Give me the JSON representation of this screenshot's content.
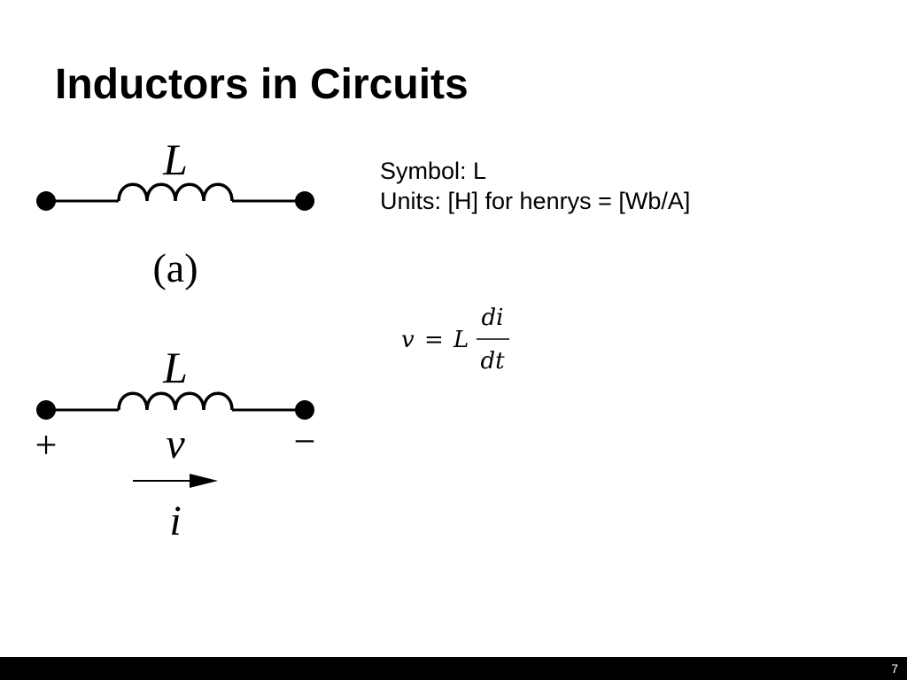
{
  "slide": {
    "title": "Inductors in Circuits",
    "page_number": "7"
  },
  "info": {
    "symbol_line": "Symbol: L",
    "units_line": "Units: [H] for henrys = [Wb/A]"
  },
  "diagram_a": {
    "element_label": "L",
    "caption": "(a)"
  },
  "diagram_b": {
    "element_label": "L",
    "plus_sign": "+",
    "minus_sign": "−",
    "voltage_label": "v",
    "current_label": "i"
  },
  "formula": {
    "lhs": "v",
    "equals": "=",
    "coefficient": "L",
    "numerator": "di",
    "denominator": "dt"
  }
}
